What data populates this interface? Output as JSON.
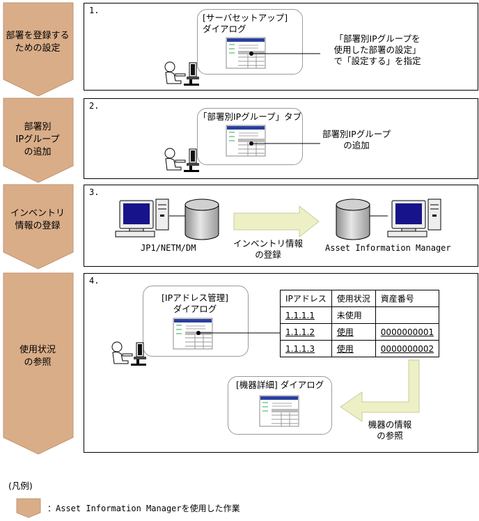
{
  "steps": [
    {
      "label": "部署を登録する\nための設定",
      "number": "1."
    },
    {
      "label": "部署別\nIPグループ\nの追加",
      "number": "2."
    },
    {
      "label": "インベントリ\n情報の登録",
      "number": "3."
    },
    {
      "label": "使用状況\nの参照",
      "number": "4."
    }
  ],
  "step1": {
    "dialog": "[サーバセットアップ]\nダイアログ",
    "note": "「部署別IPグループを\n使用した部署の設定」\nで「設定する」を指定"
  },
  "step2": {
    "dialog": "「部署別IPグループ」タブ",
    "note": "部署別IPグループ\nの追加"
  },
  "step3": {
    "source": "JP1/NETM/DM",
    "arrow": "インベントリ情報\nの登録",
    "target": "Asset Information Manager"
  },
  "step4": {
    "dialog": "[IPアドレス管理]\nダイアログ",
    "table": {
      "headers": [
        "IPアドレス",
        "使用状況",
        "資産番号"
      ],
      "rows": [
        [
          "1.1.1.1",
          "未使用",
          ""
        ],
        [
          "1.1.1.2",
          "使用",
          "0000000001"
        ],
        [
          "1.1.1.3",
          "使用",
          "0000000002"
        ]
      ]
    },
    "detail_dialog": "[機器詳細] ダイアログ",
    "arrow": "機器の情報\nの参照"
  },
  "legend": {
    "title": "(凡例)",
    "text": "：Asset Information Managerを使用した作業"
  },
  "colors": {
    "step_fill": "#d9ad88",
    "arrow_fill": "#ecf0c4",
    "screen": "#17148a"
  }
}
